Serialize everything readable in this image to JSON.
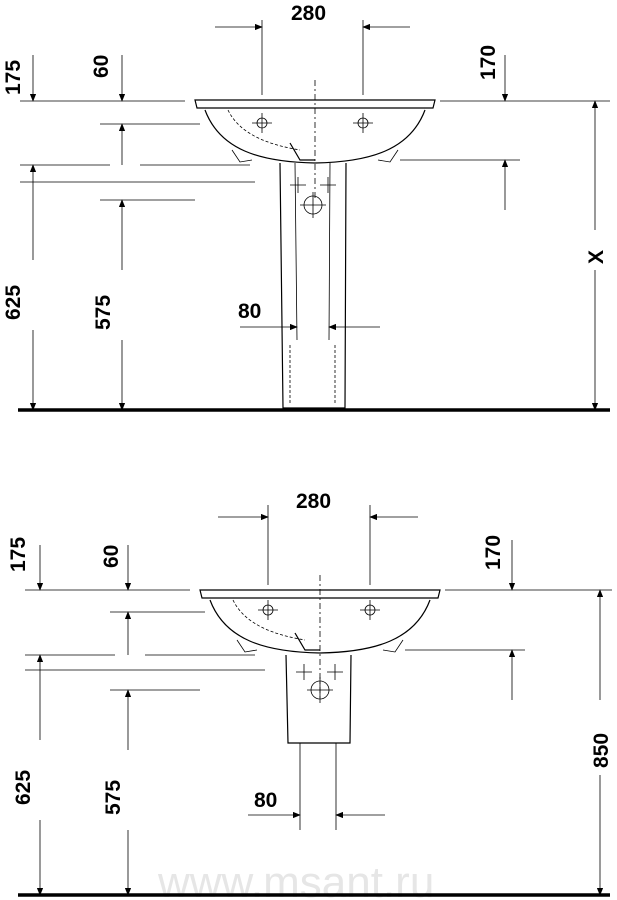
{
  "watermark": "www.msant.ru",
  "pedestal_view": {
    "dim_tap_spacing": "280",
    "dim_top_left": "175",
    "dim_overflow": "60",
    "dim_top_right": "170",
    "dim_height_variable": "X",
    "dim_drain_height": "625",
    "dim_pedestal_height": "575",
    "dim_pedestal_width": "80"
  },
  "semi_pedestal_view": {
    "dim_tap_spacing": "280",
    "dim_top_left": "175",
    "dim_overflow": "60",
    "dim_top_right": "170",
    "dim_rim_height": "850",
    "dim_drain_height": "625",
    "dim_pedestal_height": "575",
    "dim_pedestal_width": "80"
  }
}
